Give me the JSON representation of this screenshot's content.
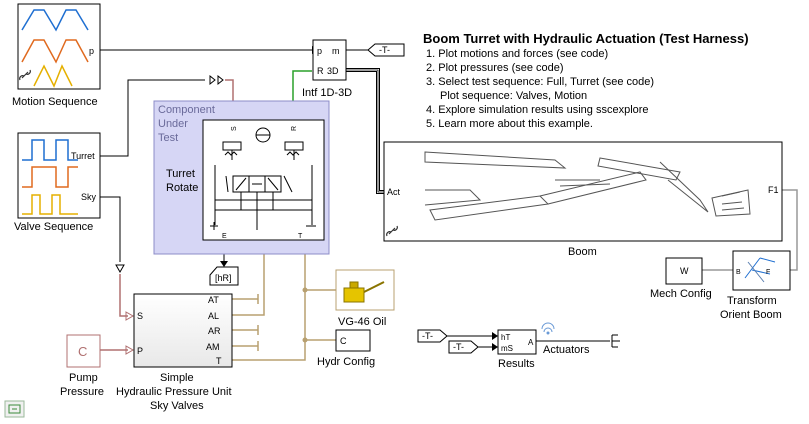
{
  "title": "Boom Turret with Hydraulic Actuation (Test Harness)",
  "instructions": [
    "1. Plot motions and forces (see code)",
    "2. Plot pressures (see code)",
    "3. Select test sequence: Full, Turret (see code)",
    "Plot sequence: Valves, Motion",
    "4. Explore simulation results using sscexplore",
    "5. Learn more about this example."
  ],
  "blocks": {
    "motion_sequence": {
      "label": "Motion Sequence",
      "port": "p"
    },
    "valve_sequence": {
      "label": "Valve Sequence",
      "ports": [
        "Turret",
        "Sky"
      ]
    },
    "intf": {
      "label": "Intf 1D-3D",
      "ports": [
        "p",
        "m",
        "R",
        "3D"
      ]
    },
    "goto_top": {
      "tag": "-T-"
    },
    "subsystem": {
      "label": "Component\nUnder\nTest",
      "lines": [
        "Component",
        "Under",
        "Test"
      ],
      "inner_label": [
        "Turret",
        "Rotate"
      ],
      "ports": [
        "S",
        "R",
        "E",
        "T"
      ]
    },
    "boom": {
      "label": "Boom",
      "ports": [
        "Act",
        "F1"
      ]
    },
    "mech_config": {
      "label": "Mech Config",
      "glyph": "W"
    },
    "transform": {
      "label_lines": [
        "Transform",
        "Orient Boom"
      ],
      "ports": [
        "B",
        "F"
      ]
    },
    "hR_tag": {
      "tag": "[hR]"
    },
    "pressure_unit": {
      "label_lines": [
        "Simple",
        "Hydraulic Pressure Unit",
        "Sky Valves"
      ],
      "ports_left": [
        "S",
        "P"
      ],
      "ports_right": [
        "AT",
        "AL",
        "AR",
        "AM",
        "T"
      ]
    },
    "pump": {
      "label_lines": [
        "Pump",
        "Pressure"
      ],
      "glyph": "C"
    },
    "oil": {
      "label": "VG-46 Oil"
    },
    "hydr_config": {
      "label": "Hydr Config",
      "glyph": "C"
    },
    "from_tags": [
      "-T-",
      "-T-"
    ],
    "results": {
      "label": "Results",
      "ports_left": [
        "hT",
        "mS"
      ],
      "port_right": "A"
    },
    "actuators": {
      "label": "Actuators"
    }
  },
  "colors": {
    "signal": "#000000",
    "hydraulic": "#b8a070",
    "mechanical": "#999999",
    "physical": "#b07070",
    "connector": "#2aa02a",
    "subsystem_fill": "#d6d6f5",
    "series_blue": "#1f6fd1",
    "series_orange": "#e06a1f",
    "series_yellow": "#e5b000"
  },
  "icons": [
    "link-icon",
    "wifi-icon",
    "oil-can-icon",
    "valve-schematic-icon",
    "boom-arm-icon",
    "transform-axes-icon",
    "fit-view-icon"
  ]
}
